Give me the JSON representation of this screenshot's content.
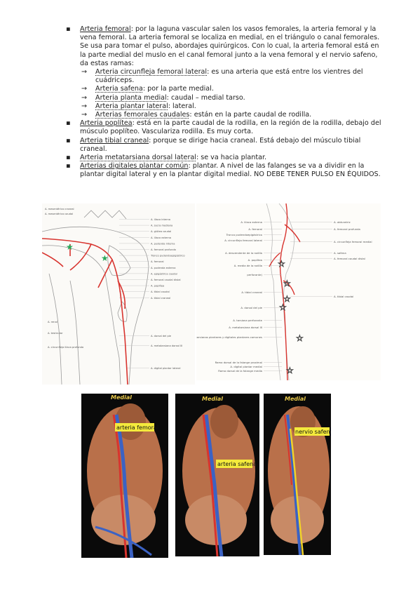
{
  "items": [
    {
      "term": "Arteria femoral",
      "rest": ": por la laguna vascular salen los vasos femorales, la arteria femoral y la vena femoral. La arteria femoral se localiza en medial, en el triángulo o canal femorales. Se usa para tomar el pulso, abordajes quirúrgicos. Con lo cual, la arteria femoral está en la parte medial del muslo en el canal femoral junto a la vena femoral y el nervio safeno, da estas ramas:"
    },
    {
      "term": "Arteria poplítea",
      "rest": ": está en la parte caudal de la rodilla, en la región de la rodilla, debajo del músculo poplíteo. Vasculariza rodilla. Es muy corta."
    },
    {
      "term": "Arteria tibial craneal",
      "rest": ": porque se dirige hacia craneal. Está debajo del músculo tibial craneal."
    },
    {
      "term": "Arteria metatarsiana dorsal lateral",
      "rest": ": se va hacia plantar."
    },
    {
      "term": "Arterias digitales plantar común",
      "rest": ": plantar. A nivel de las falanges se va a dividir en la plantar digital lateral y en la plantar digital medial. NO DEBE TENER PULSO EN ÉQUIDOS."
    }
  ],
  "subitems": [
    {
      "term": "Arteria circunfleja femoral lateral",
      "rest": ": es una arteria que está entre los vientres del cuádriceps."
    },
    {
      "term": "Arteria safena",
      "rest": ": por la parte medial."
    },
    {
      "term": "Arteria planta medial",
      "rest": ": caudal – medial tarso."
    },
    {
      "term": "Arteria plantar lateral",
      "rest": ": lateral."
    },
    {
      "term": "Arterias femorales caudales",
      "rest": ": están en la parte caudal de rodilla."
    }
  ],
  "bullet_symbol": "▪",
  "arrow_symbol": "→",
  "figure_left_labels": [
    "A. mesentérica craneal",
    "A. mesentérica caudal",
    "A. ilíaca interna",
    "A. sacra mediana",
    "A. glútea caudal",
    "A. ilíaca externa",
    "A. pudenda interna",
    "A. femoral profunda",
    "Tronco pudendoepigástrico",
    "A. femoral",
    "A. pudenda externa",
    "A. epigástrica caudal",
    "A. femoral caudal distal",
    "A. poplítea",
    "A. tibial caudal",
    "A. tibial craneal",
    "A. dorsal del pie",
    "A. metatarsiana dorsal III",
    "A. digital plantar lateral",
    "A. renal",
    "A. testicular",
    "A. circunfleja ilíaca profunda"
  ],
  "figure_right_labels_left": [
    "A. ilíaca externa",
    "A. femoral",
    "Tronco pudendoepigástrico",
    "A. circunfleja femoral lateral",
    "A. descendente de la rodilla",
    "A. poplítea",
    "A. media de la rodilla",
    "perforante)",
    "A. tibial craneal",
    "A. dorsal del pie",
    "A. tarsiana perforante",
    "A. metatarsiana dorsal III",
    "Aa. metatarsianas plantares y digitales plantares comunes",
    "Rama dorsal de la falange proximal",
    "A. digital plantar medial",
    "Rama dorsal de la falange media"
  ],
  "figure_right_labels_right": [
    "A. obturatriz",
    "A. femoral profunda",
    "A. circunfleja femoral medial",
    "A. safena",
    "A. femoral caudal distal",
    "A. tibial caudal"
  ],
  "photo_headers": [
    "Medial",
    "Medial",
    "Medial"
  ],
  "photo_labels": [
    "arteria femoral",
    "arteria safena",
    "nervio safeno"
  ],
  "colors": {
    "artery": "#d8342f",
    "vein": "#3b62c4",
    "nerve": "#f0d22a",
    "star_green": "#2aa85a",
    "label_bg": "#f4ea3c",
    "photo_bg": "#0a0a0a",
    "muscle": "#b9704a"
  }
}
